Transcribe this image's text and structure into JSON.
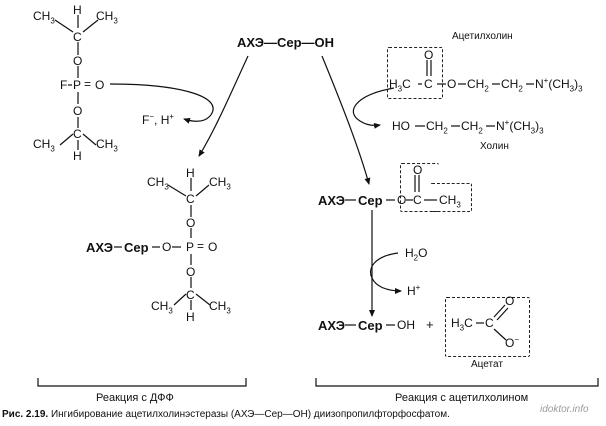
{
  "main_center": {
    "enzyme": "АХЭ",
    "dash": "—",
    "ser": "Сер",
    "oh": "ОН"
  },
  "dfp": {
    "ch3": "CH",
    "sub3": "3",
    "h": "H",
    "c": "C",
    "o": "O",
    "f": "F",
    "p": "P",
    "eq": "=",
    "bond_o": "O"
  },
  "dfp_products": {
    "f_minus": "F",
    "sup_minus": "−",
    "comma": ",",
    "h_plus": "H",
    "sup_plus": "+"
  },
  "dfp_enzyme": {
    "ache": "АХЭ",
    "ser": "Сер",
    "o": "O",
    "p": "P",
    "eq": "=",
    "bond_o": "O",
    "c": "C",
    "h": "H",
    "ch3": "CH",
    "sub3": "3"
  },
  "acetylcholine": {
    "label": "Ацетилхолин",
    "h3c_h": "H",
    "h3c_3": "3",
    "h3c_c": "C",
    "c": "C",
    "o": "O",
    "eq": "=",
    "ch2": "CH",
    "sub2": "2",
    "n": "N",
    "plus": "+",
    "ch3_3": "(CH",
    "sub3": "3",
    "close": ")",
    "sub3b": "3"
  },
  "choline": {
    "label": "Холин",
    "ho": "HO",
    "ch2": "CH",
    "sub2": "2",
    "n": "N",
    "plus": "+",
    "ch3_3": "(CH",
    "sub3": "3",
    "close": ")",
    "sub3b": "3"
  },
  "acyl_enzyme": {
    "ache": "АХЭ",
    "ser": "Сер",
    "o": "O",
    "c": "C",
    "eq": "=",
    "ch3": "CH",
    "sub3": "3"
  },
  "hydrolysis": {
    "h2o_h": "H",
    "h2o_2": "2",
    "h2o_o": "O",
    "h_plus": "H",
    "sup_plus": "+"
  },
  "final": {
    "ache": "АХЭ",
    "ser": "Сер",
    "oh": "ОН",
    "plus": "+",
    "acetate_h3c": "H",
    "acetate_3": "3",
    "acetate_c": "C",
    "c": "C",
    "o_eq": "O",
    "o_minus": "O",
    "sup_minus": "−",
    "acetate_label": "Ацетат"
  },
  "brackets": {
    "left_label": "Реакция с ДФФ",
    "right_label": "Реакция с ацетилхолином"
  },
  "caption": {
    "bold": "Рис. 2.19.",
    "text": "Ингибирование ацетилхолинэстеразы (АХЭ—Сер—ОН) диизопропилфторфосфатом."
  },
  "watermark": "idoktor.info"
}
